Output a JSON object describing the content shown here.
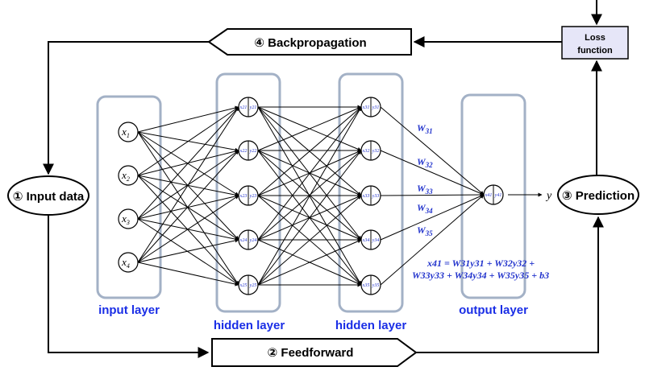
{
  "steps": {
    "input": "① Input data",
    "feedforward": "② Feedforward",
    "prediction": "③ Prediction",
    "backpropagation": "④ Backpropagation"
  },
  "loss": {
    "line1": "Loss",
    "line2": "function"
  },
  "layers": {
    "input": "input layer",
    "hidden1": "hidden layer",
    "hidden2": "hidden layer",
    "output": "output layer"
  },
  "input_nodes": [
    {
      "base": "x",
      "sub": "1"
    },
    {
      "base": "x",
      "sub": "2"
    },
    {
      "base": "x",
      "sub": "3"
    },
    {
      "base": "x",
      "sub": "4"
    }
  ],
  "hidden1_nodes": [
    {
      "left": "x21",
      "right": "y21"
    },
    {
      "left": "x22",
      "right": "y22"
    },
    {
      "left": "x23",
      "right": "y23"
    },
    {
      "left": "x24",
      "right": "y24"
    },
    {
      "left": "x25",
      "right": "y25"
    }
  ],
  "hidden2_nodes": [
    {
      "left": "x31",
      "right": "y31"
    },
    {
      "left": "x32",
      "right": "y32"
    },
    {
      "left": "x33",
      "right": "y33"
    },
    {
      "left": "x34",
      "right": "y34"
    },
    {
      "left": "x35",
      "right": "y35"
    }
  ],
  "output_node": {
    "left": "x41",
    "right": "y41"
  },
  "y_label": "y",
  "weights": [
    {
      "base": "W",
      "sub": "31"
    },
    {
      "base": "W",
      "sub": "32"
    },
    {
      "base": "W",
      "sub": "33"
    },
    {
      "base": "W",
      "sub": "34"
    },
    {
      "base": "W",
      "sub": "35"
    }
  ],
  "equation": {
    "line1": "x41 = W31y31 + W32y32 +",
    "line2": "W33y33 + W34y34 + W35y35 + b3"
  },
  "colors": {
    "box_stroke": "#a3b1c6",
    "layer_label": "#1a2ee6",
    "node_text": "#2233cc",
    "loss_fill": "#e6e6f8",
    "ink": "#000000"
  }
}
